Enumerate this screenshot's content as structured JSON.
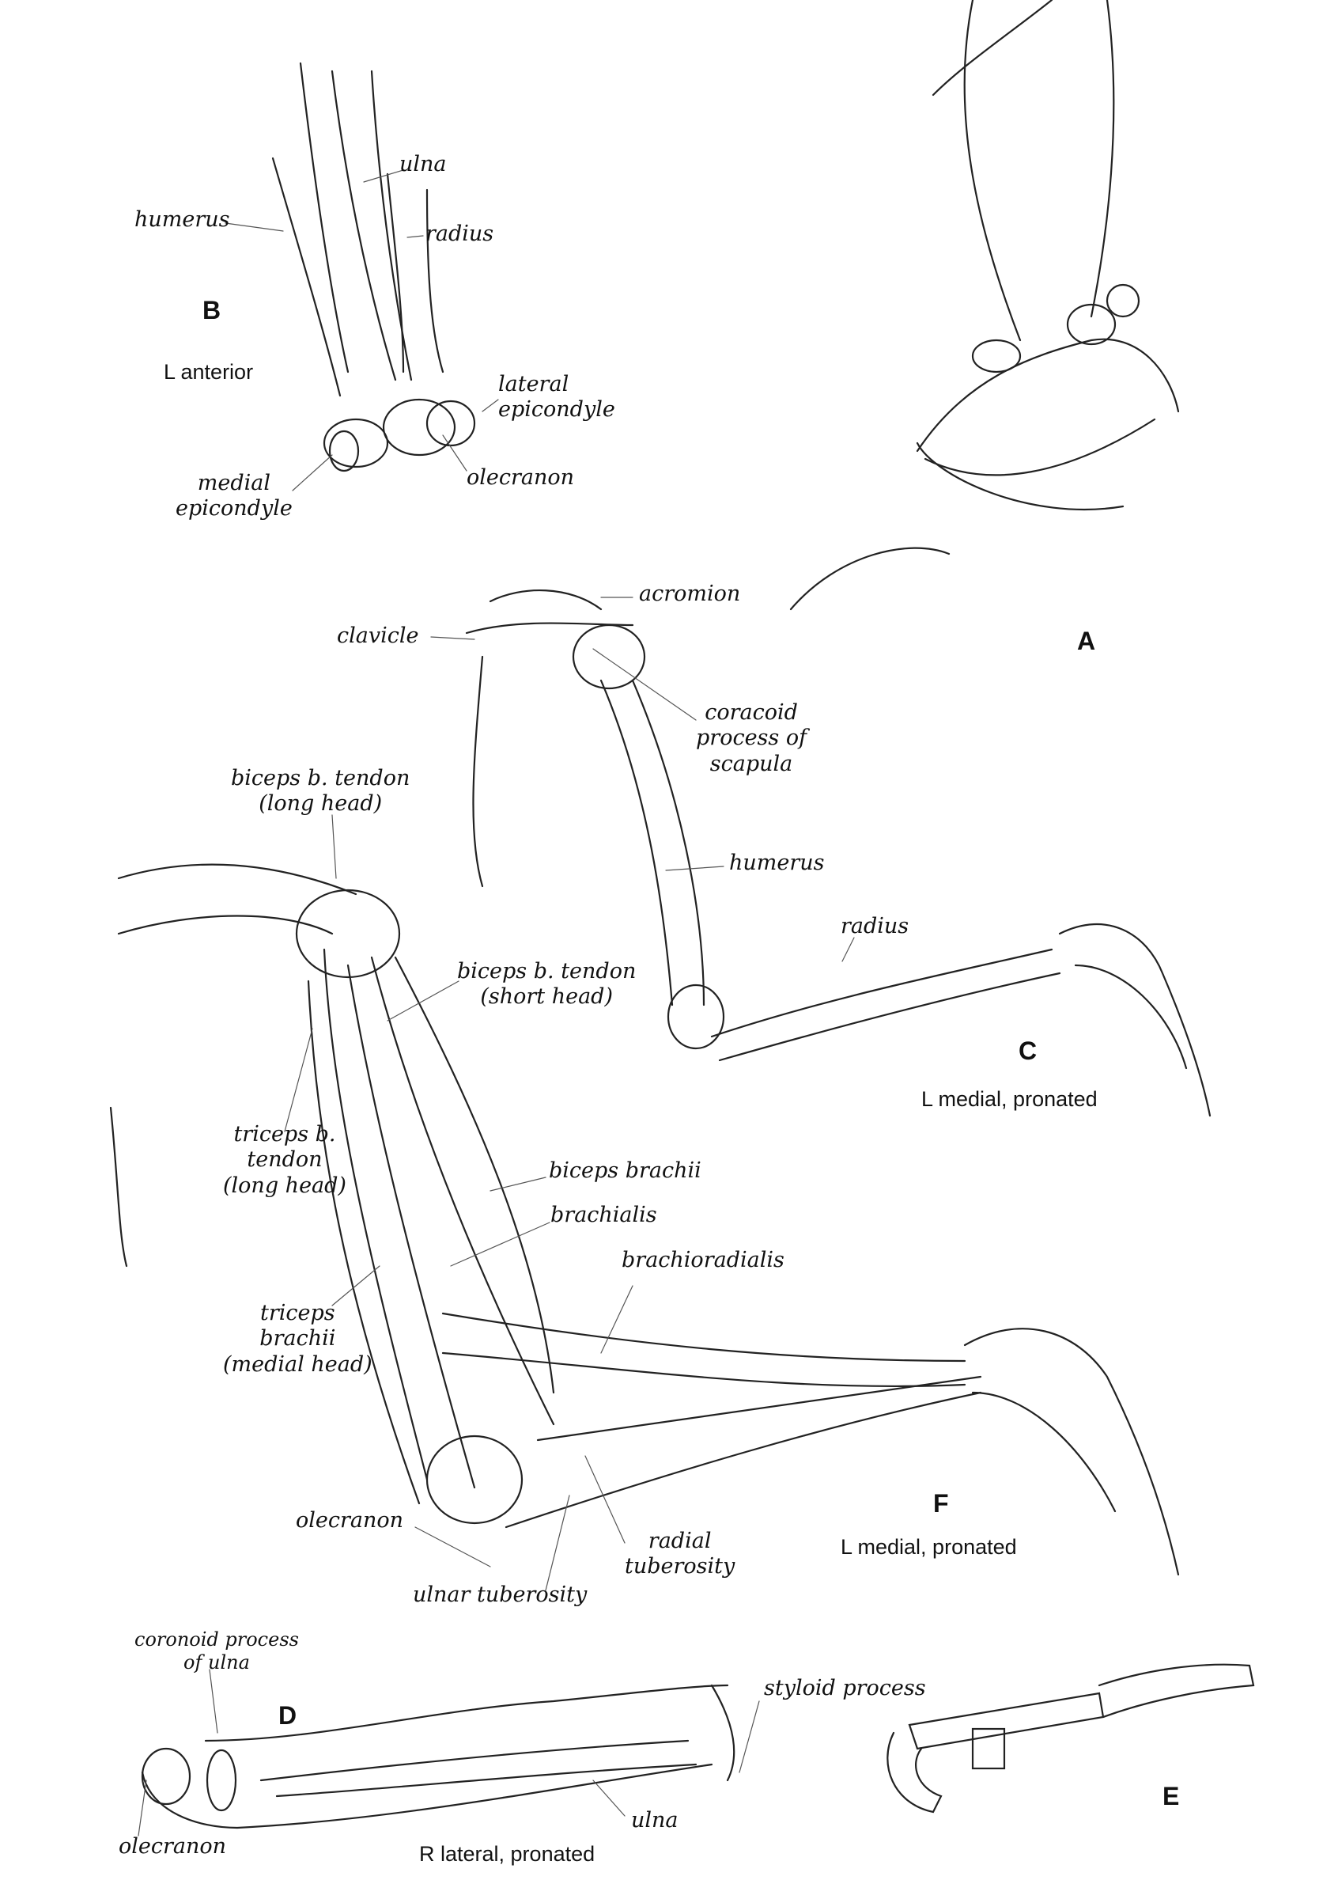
{
  "panels": {
    "A": {
      "letter": "A"
    },
    "B": {
      "letter": "B",
      "caption": "L anterior",
      "labels": {
        "ulna": "ulna",
        "humerus": "humerus",
        "radius": "radius",
        "lateral_epicondyle": "lateral\nepicondyle",
        "medial_epicondyle": "medial\nepicondyle",
        "olecranon": "olecranon"
      }
    },
    "C": {
      "letter": "C",
      "caption": "L medial, pronated",
      "labels": {
        "acromion": "acromion",
        "clavicle": "clavicle",
        "coracoid": "coracoid\nprocess of\nscapula",
        "humerus": "humerus",
        "radius": "radius"
      }
    },
    "F": {
      "letter": "F",
      "caption": "L medial, pronated",
      "labels": {
        "biceps_long": "biceps b. tendon\n(long head)",
        "biceps_short": "biceps b. tendon\n(short head)",
        "triceps_tendon": "triceps b.\ntendon\n(long head)",
        "biceps_brachii": "biceps brachii",
        "brachialis": "brachialis",
        "brachioradialis": "brachioradialis",
        "triceps_medial": "triceps\nbrachii\n(medial head)",
        "olecranon": "olecranon",
        "radial_tuberosity": "radial\ntuberosity",
        "ulnar_tuberosity": "ulnar tuberosity"
      }
    },
    "D": {
      "letter": "D",
      "caption": "R lateral, pronated",
      "labels": {
        "coronoid": "coronoid process\nof ulna",
        "styloid": "styloid process",
        "olecranon": "olecranon",
        "ulna": "ulna"
      }
    },
    "E": {
      "letter": "E"
    }
  }
}
